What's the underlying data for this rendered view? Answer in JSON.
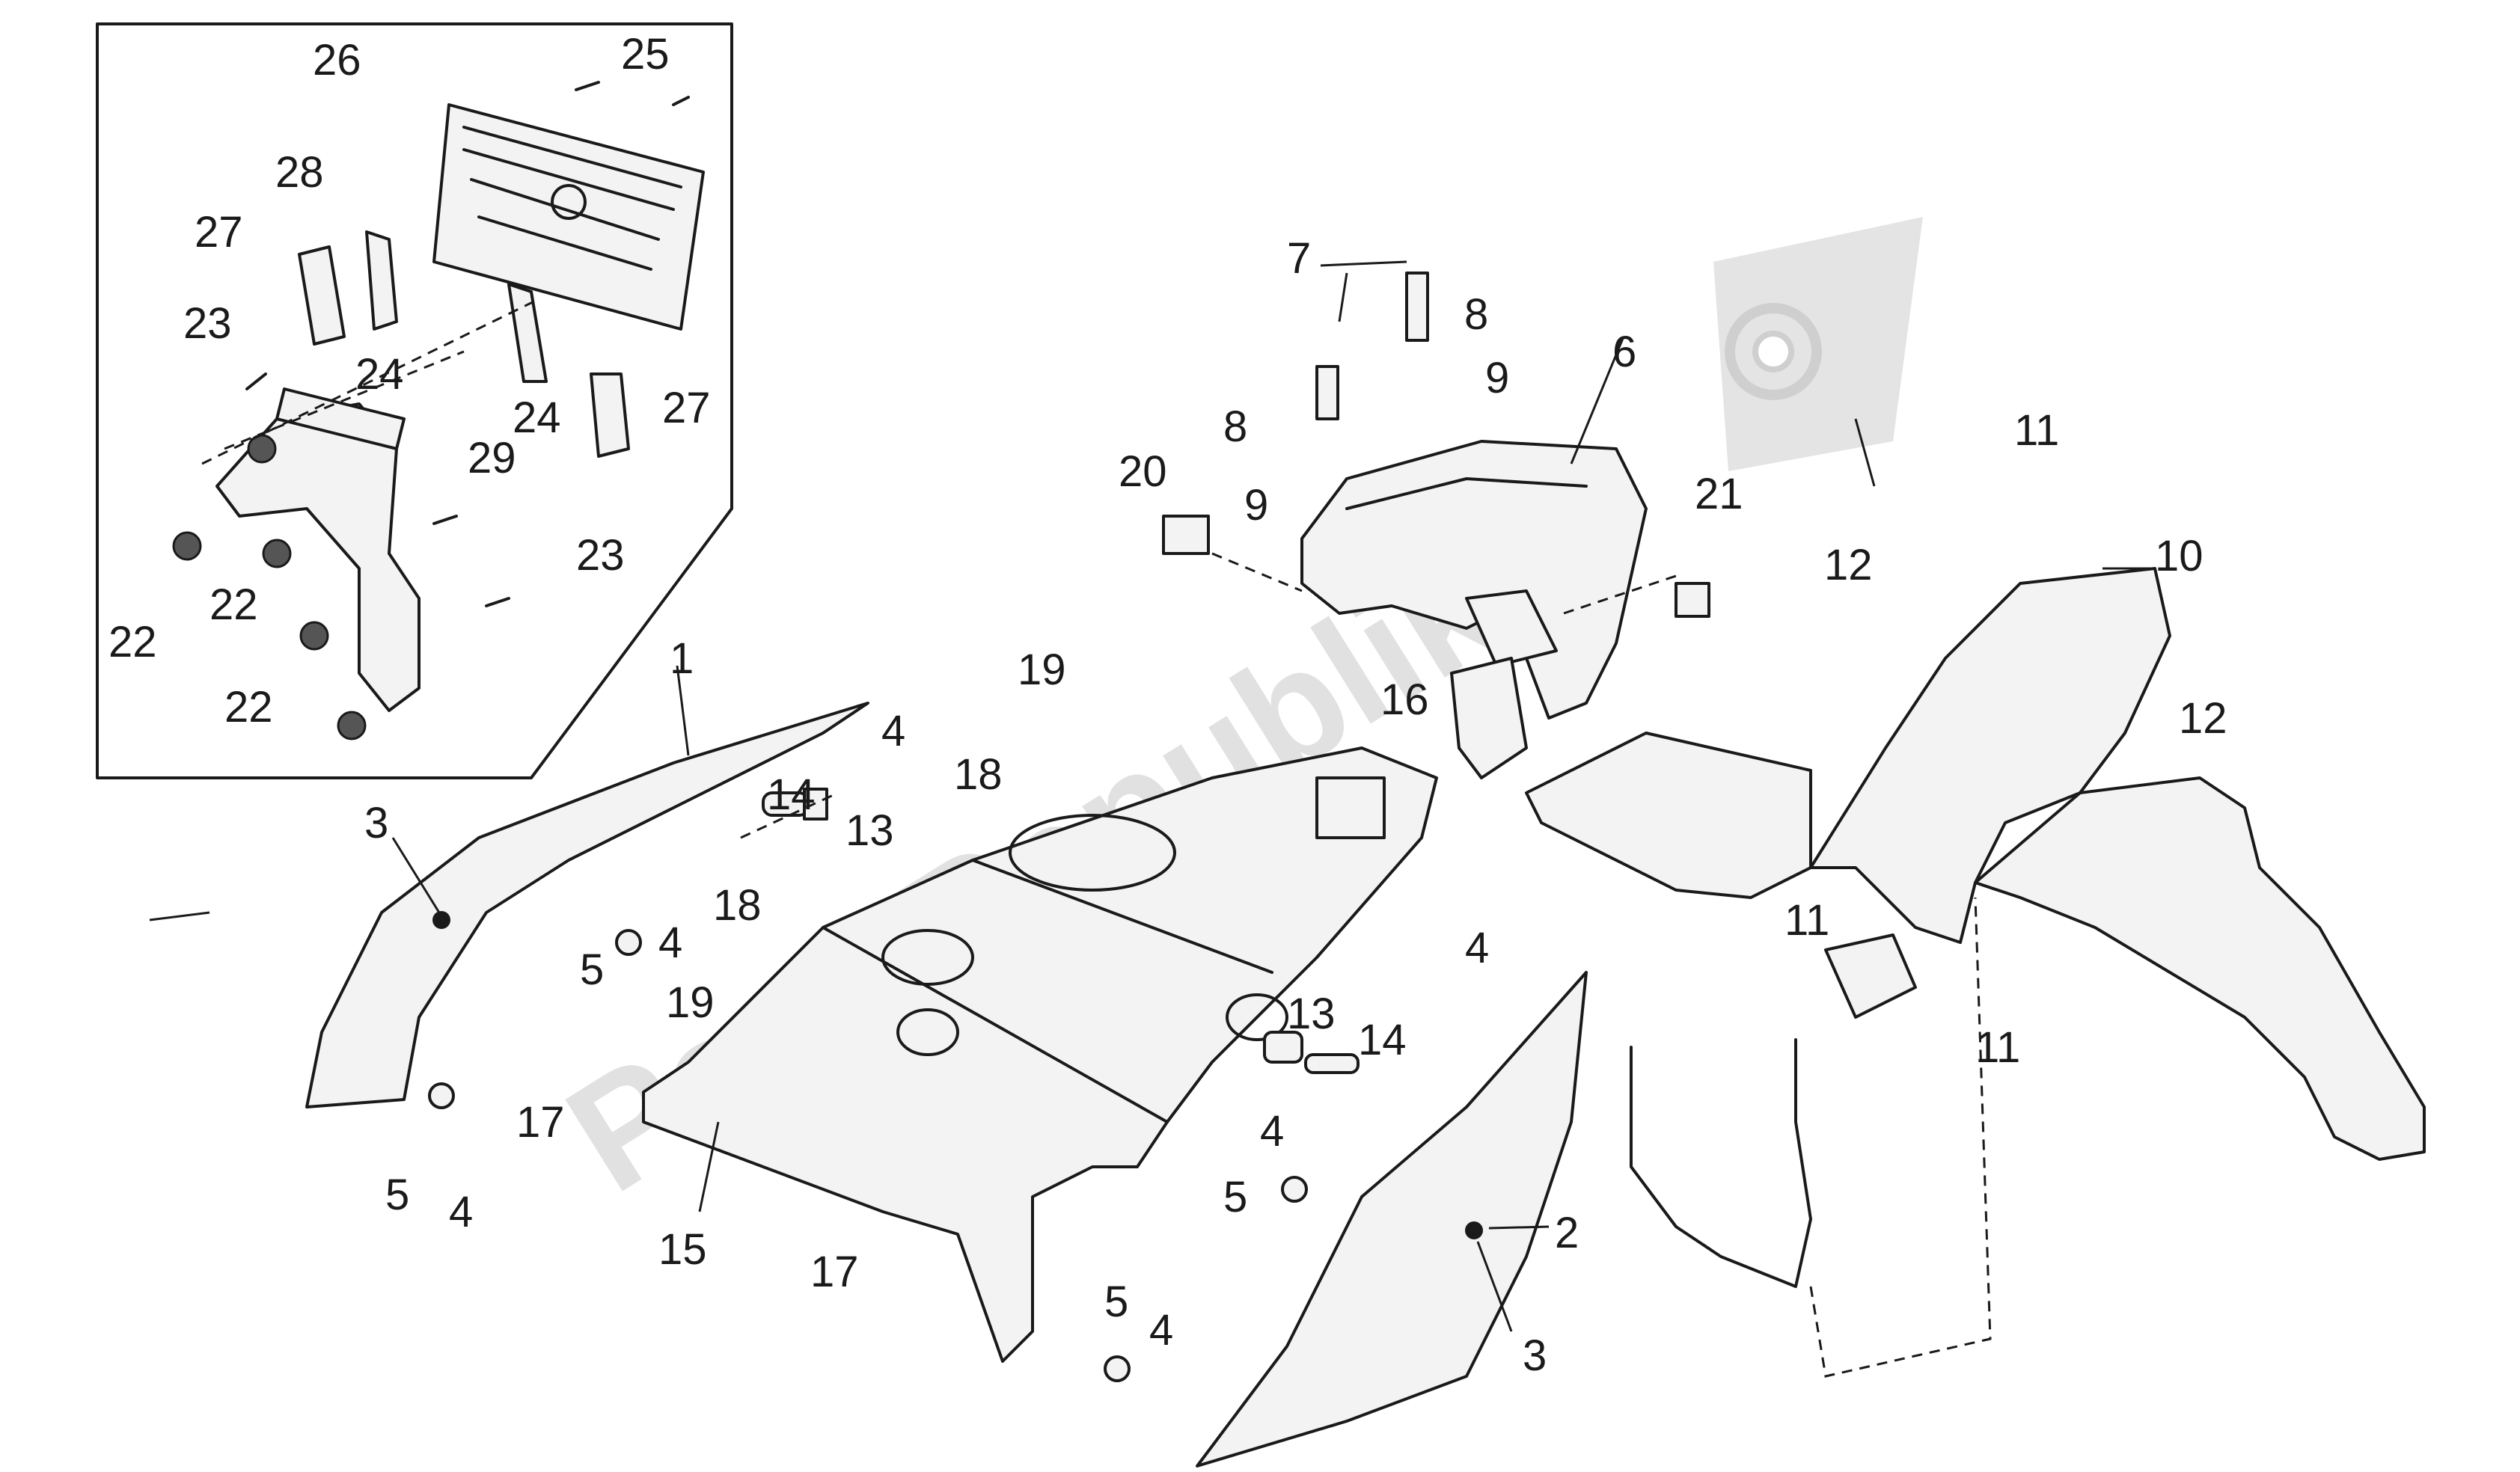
{
  "watermark": {
    "text": "PartsRepublik"
  },
  "inset_box": {
    "label": "license-plate-holder-inset"
  },
  "callouts": {
    "c1": "1",
    "c2": "2",
    "c3a": "3",
    "c3b": "3",
    "c4a": "4",
    "c4b": "4",
    "c4c": "4",
    "c4d": "4",
    "c4e": "4",
    "c4f": "4",
    "c5a": "5",
    "c5b": "5",
    "c5c": "5",
    "c5d": "5",
    "c6": "6",
    "c7": "7",
    "c8a": "8",
    "c8b": "8",
    "c9a": "9",
    "c9b": "9",
    "c10": "10",
    "c11a": "11",
    "c11b": "11",
    "c11c": "11",
    "c12a": "12",
    "c12b": "12",
    "c13a": "13",
    "c13b": "13",
    "c14a": "14",
    "c14b": "14",
    "c15": "15",
    "c16": "16",
    "c17a": "17",
    "c17b": "17",
    "c18a": "18",
    "c18b": "18",
    "c19a": "19",
    "c19b": "19",
    "c20": "20",
    "c21": "21",
    "c22a": "22",
    "c22b": "22",
    "c22c": "22",
    "c23a": "23",
    "c23b": "23",
    "c24a": "24",
    "c24b": "24",
    "c25": "25",
    "c26": "26",
    "c27a": "27",
    "c27b": "27",
    "c28": "28",
    "c29": "29"
  }
}
